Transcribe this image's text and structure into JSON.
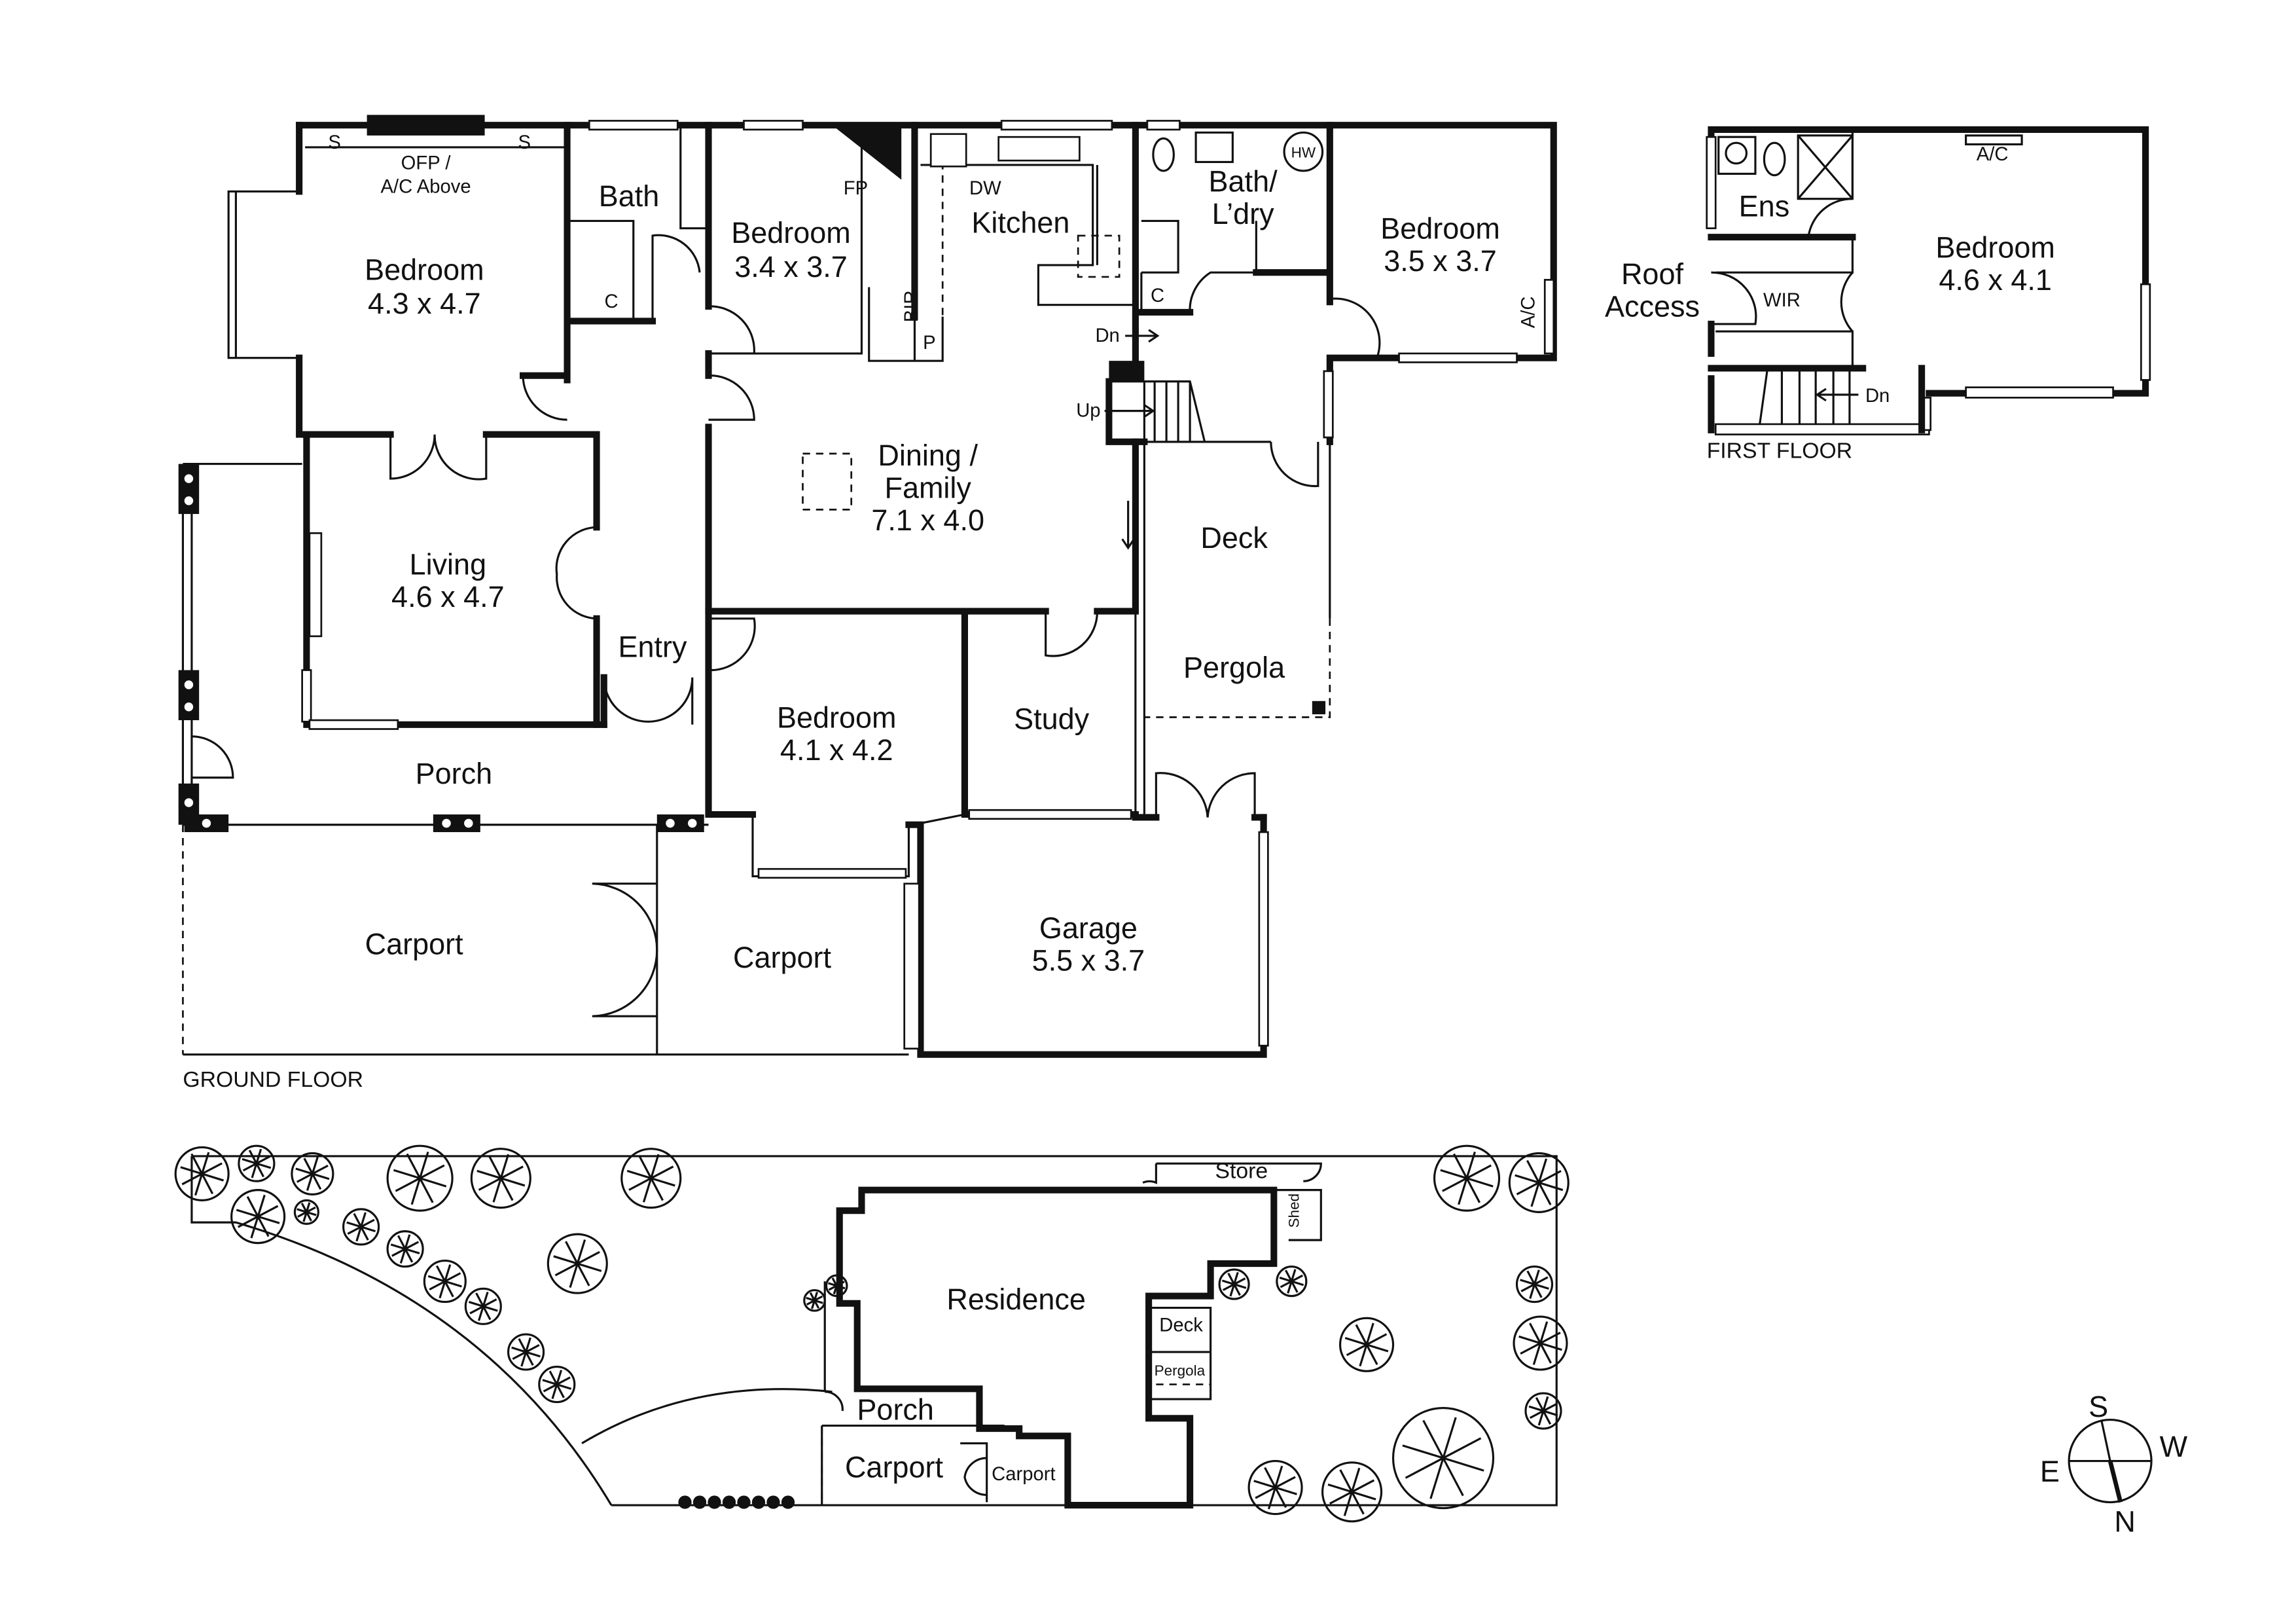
{
  "ground_floor": {
    "caption": "GROUND FLOOR",
    "rooms": {
      "bedroom1": {
        "name": "Bedroom",
        "size": "4.3 x 4.7"
      },
      "bath": {
        "name": "Bath"
      },
      "bedroom2": {
        "name": "Bedroom",
        "size": "3.4 x 3.7"
      },
      "kitchen": {
        "name": "Kitchen"
      },
      "bath_laundry": {
        "name1": "Bath/",
        "name2": "L’dry"
      },
      "bedroom3": {
        "name": "Bedroom",
        "size": "3.5 x 3.7"
      },
      "living": {
        "name": "Living",
        "size": "4.6 x 4.7"
      },
      "dining": {
        "name1": "Dining /",
        "name2": "Family",
        "size": "7.1 x 4.0"
      },
      "deck": {
        "name": "Deck"
      },
      "pergola": {
        "name": "Pergola"
      },
      "entry": {
        "name": "Entry"
      },
      "bedroom4": {
        "name": "Bedroom",
        "size": "4.1 x 4.2"
      },
      "study": {
        "name": "Study"
      },
      "porch": {
        "name": "Porch"
      },
      "carport1": {
        "name": "Carport"
      },
      "carport2": {
        "name": "Carport"
      },
      "garage": {
        "name": "Garage",
        "size": "5.5 x 3.7"
      }
    },
    "annotations": {
      "s1": "S",
      "s2": "S",
      "ofp1": "OFP /",
      "ofp2": "A/C Above",
      "fp": "FP",
      "dw": "DW",
      "bir": "BIR",
      "p": "P",
      "c1": "C",
      "c2": "C",
      "hw": "HW",
      "ac": "A/C",
      "dn": "Dn",
      "up": "Up"
    }
  },
  "first_floor": {
    "caption": "FIRST FLOOR",
    "rooms": {
      "ens": {
        "name": "Ens"
      },
      "bedroom": {
        "name": "Bedroom",
        "size": "4.6 x 4.1"
      },
      "wir": {
        "name": "WIR"
      },
      "roof_access": {
        "name1": "Roof",
        "name2": "Access"
      }
    },
    "annotations": {
      "ac": "A/C",
      "dn": "Dn"
    }
  },
  "site_plan": {
    "labels": {
      "store": "Store",
      "shed": "Shed",
      "residence": "Residence",
      "deck": "Deck",
      "pergola": "Pergola",
      "porch": "Porch",
      "carport1": "Carport",
      "carport2": "Carport"
    }
  },
  "compass": {
    "s": "S",
    "w": "W",
    "e": "E",
    "n": "N"
  }
}
